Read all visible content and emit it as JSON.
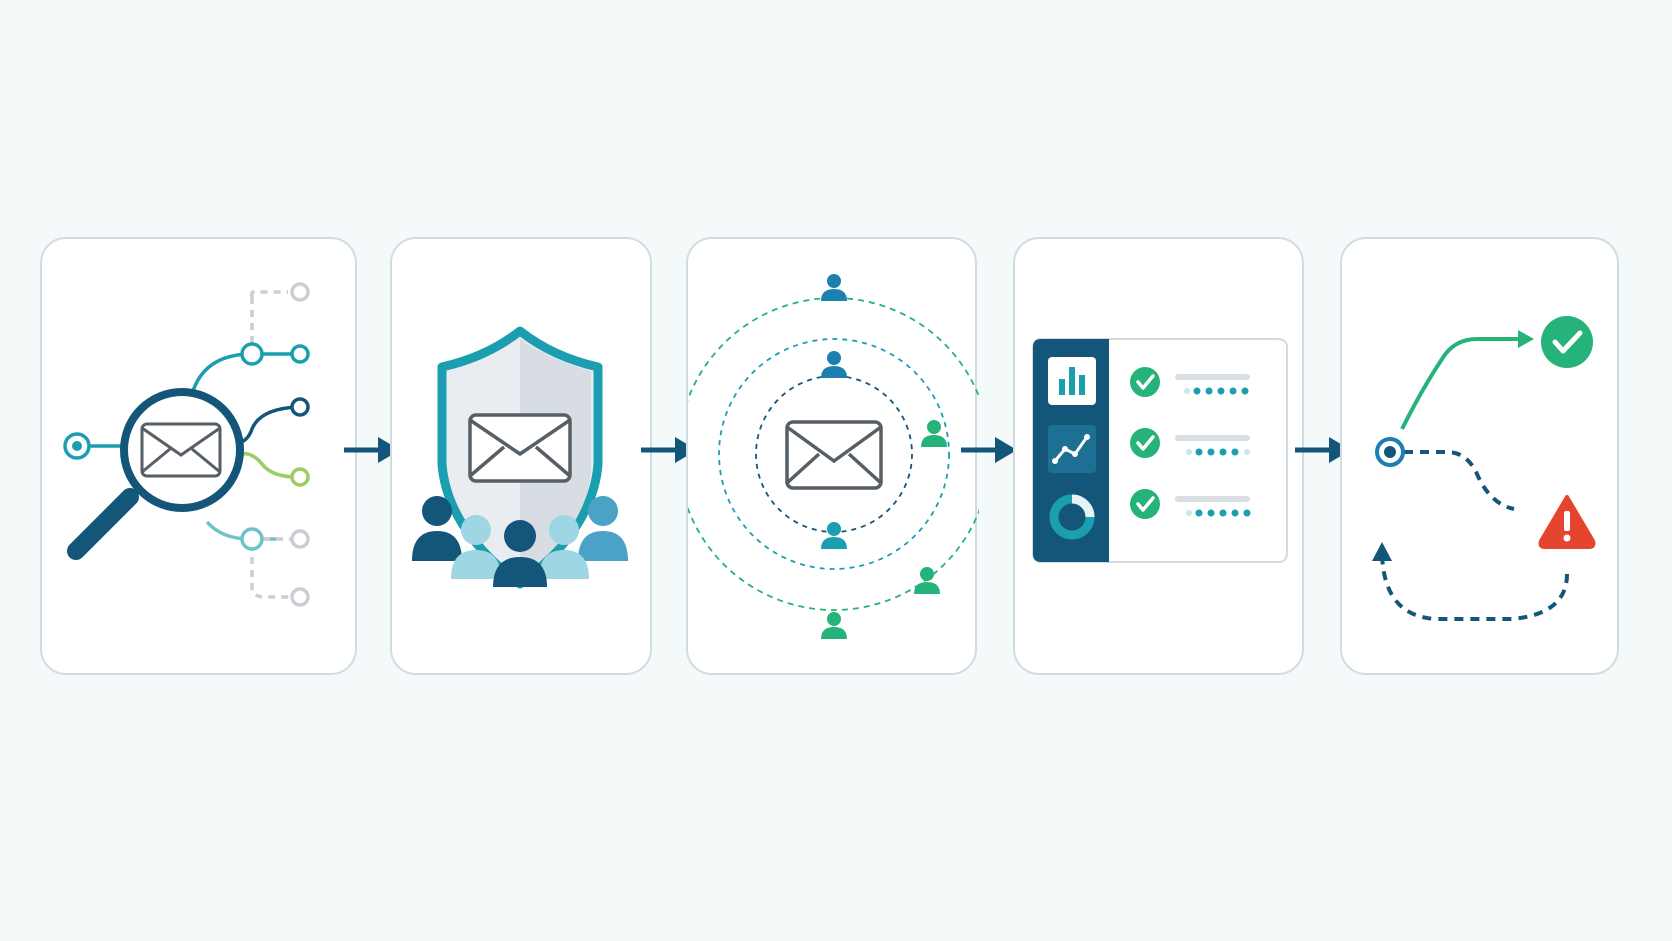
{
  "diagram": {
    "steps": [
      {
        "id": "analyze",
        "icons": [
          "magnifier-icon",
          "envelope-icon",
          "branch-nodes-icon"
        ]
      },
      {
        "id": "protect",
        "icons": [
          "shield-icon",
          "envelope-icon",
          "audience-group-icon"
        ]
      },
      {
        "id": "reach",
        "icons": [
          "envelope-icon",
          "concentric-rings-icon",
          "person-icon"
        ]
      },
      {
        "id": "monitor",
        "icons": [
          "dashboard-icon",
          "bar-chart-icon",
          "line-chart-icon",
          "donut-chart-icon",
          "check-icon"
        ]
      },
      {
        "id": "decide",
        "icons": [
          "start-node-icon",
          "success-check-icon",
          "warning-icon",
          "loop-back-arrow-icon"
        ]
      }
    ],
    "connectors": 4,
    "colors": {
      "navy": "#14567a",
      "teal": "#1b9fb0",
      "green": "#25b37a",
      "light_blue": "#9fd6e3",
      "lime": "#9ccc65",
      "red": "#e5442f",
      "gray": "#c9cfd4",
      "panel_border": "#cfdde3",
      "background": "#f4f9fa"
    }
  }
}
